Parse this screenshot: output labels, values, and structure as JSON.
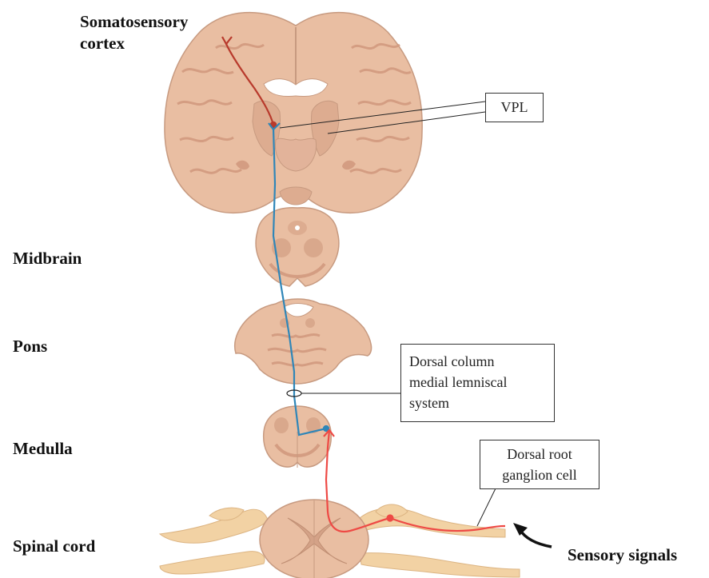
{
  "labels": {
    "cortex_line1": "Somatosensory",
    "cortex_line2": "cortex",
    "midbrain": "Midbrain",
    "pons": "Pons",
    "medulla": "Medulla",
    "spinal_cord": "Spinal cord",
    "sensory_signals": "Sensory signals"
  },
  "callouts": {
    "vpl": "VPL",
    "dcml_line1": "Dorsal column",
    "dcml_line2": "medial lemniscal",
    "dcml_line3": "system",
    "drg_line1": "Dorsal root",
    "drg_line2": "ganglion cell"
  },
  "colors": {
    "brain_fill": "#e9bea2",
    "brain_outline": "#c79a80",
    "brain_dark": "#d9a88c",
    "nerve_fill": "#f2d2a4",
    "third_order_neuron": "#b83a2c",
    "second_order_neuron": "#2f86b8",
    "first_order_neuron": "#ee4a45"
  }
}
